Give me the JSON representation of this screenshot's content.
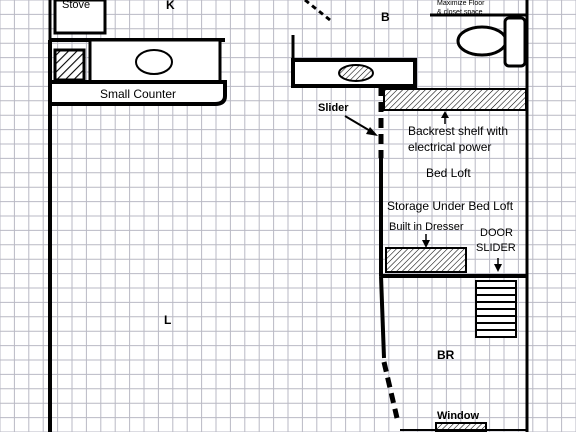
{
  "labels": {
    "stove": "Stove",
    "kitchen": "K",
    "bathroom": "B",
    "maximize_floor_line1": "Maximize Floor",
    "maximize_floor_line2": "& closet space",
    "small_counter": "Small Counter",
    "slider": "Slider",
    "backrest_line1": "Backrest shelf  with",
    "backrest_line2": "electrical power",
    "bed_loft": "Bed Loft",
    "storage_under_loft": "Storage Under Bed Loft",
    "built_in_dresser": "Built in Dresser",
    "door_slider_line1": "DOOR",
    "door_slider_line2": "SLIDER",
    "living": "L",
    "bedroom": "BR",
    "window": "Window"
  },
  "colors": {
    "wall": "#000000",
    "grid": "#b9b9c4",
    "hatch": "#000000",
    "background": "#ffffff"
  }
}
